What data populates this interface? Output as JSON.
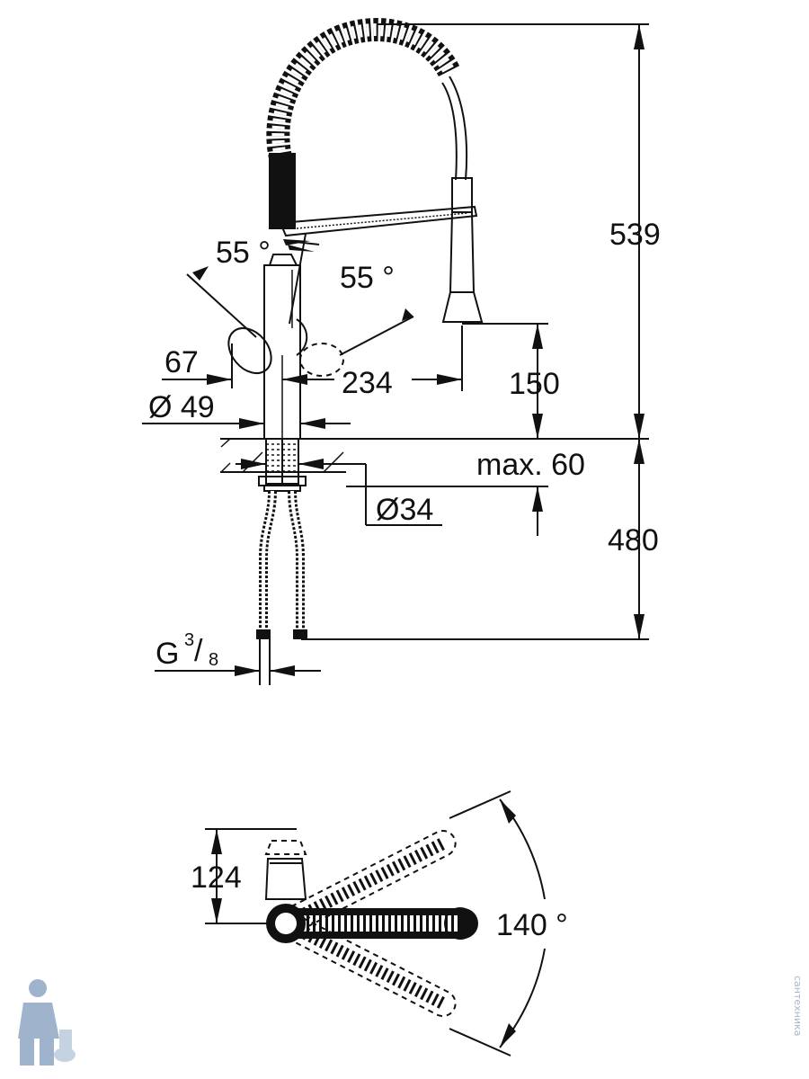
{
  "side_view": {
    "height_above_deck": "539",
    "lever_angle_left": "55 °",
    "lever_angle_right": "55 °",
    "lever_offset": "67",
    "body_diameter": "Ø 49",
    "spout_reach": "234",
    "spout_clearance": "150",
    "deck_thickness": "max. 60",
    "hole_diameter": "Ø34",
    "hose_length": "480",
    "connection_prefix": "G",
    "connection_numerator": "3",
    "connection_denominator": "8"
  },
  "top_view": {
    "depth": "124",
    "swivel_angle": "140 °"
  },
  "watermark": "сантехника"
}
